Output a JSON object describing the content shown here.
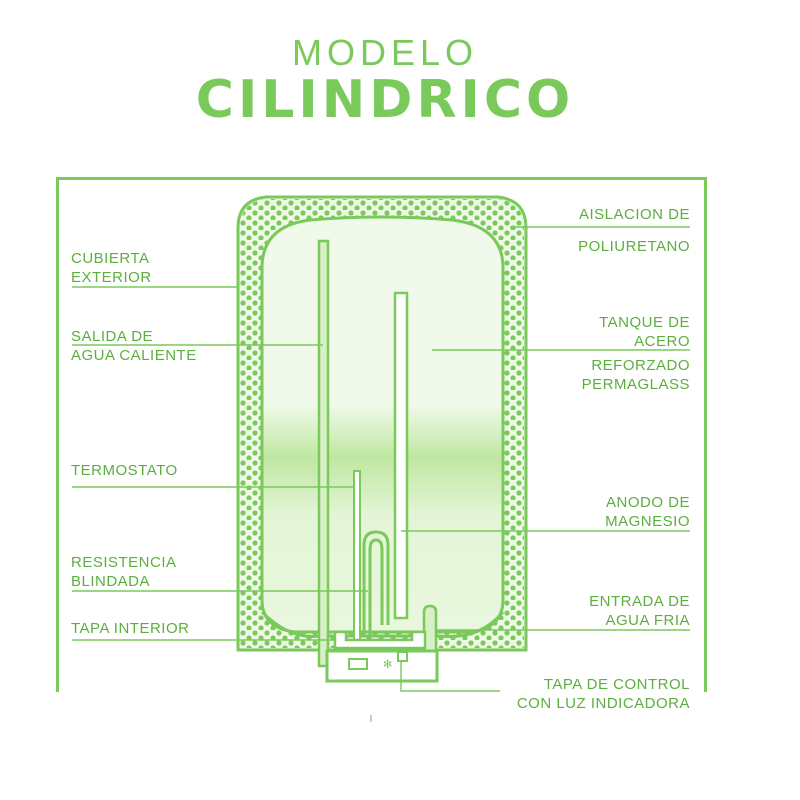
{
  "title": {
    "line1": "MODELO",
    "line2": "CILINDRICO"
  },
  "colors": {
    "primary": "#79c95b",
    "text": "#5cae3e",
    "tank_fill": "#eaf7df",
    "tank_band": "#c8ecae"
  },
  "labels_left": {
    "cubierta": {
      "line1": "CUBIERTA",
      "line2": "EXTERIOR"
    },
    "salida": {
      "line1": "SALIDA DE",
      "line2": "AGUA CALIENTE"
    },
    "termostato": {
      "line1": "TERMOSTATO"
    },
    "resistencia": {
      "line1": "RESISTENCIA",
      "line2": "BLINDADA"
    },
    "tapa_interior": {
      "line1": "TAPA INTERIOR"
    }
  },
  "labels_right": {
    "aislacion": {
      "line1": "AISLACION DE",
      "line2": "POLIURETANO"
    },
    "tanque": {
      "line1": "TANQUE DE",
      "line2": "ACERO",
      "line3": "REFORZADO",
      "line4": "PERMAGLASS"
    },
    "anodo": {
      "line1": "ANODO DE",
      "line2": "MAGNESIO"
    },
    "entrada": {
      "line1": "ENTRADA DE",
      "line2": "AGUA FRIA"
    },
    "tapa_control": {
      "line1": "TAPA DE CONTROL",
      "line2": "CON LUZ INDICADORA"
    }
  }
}
